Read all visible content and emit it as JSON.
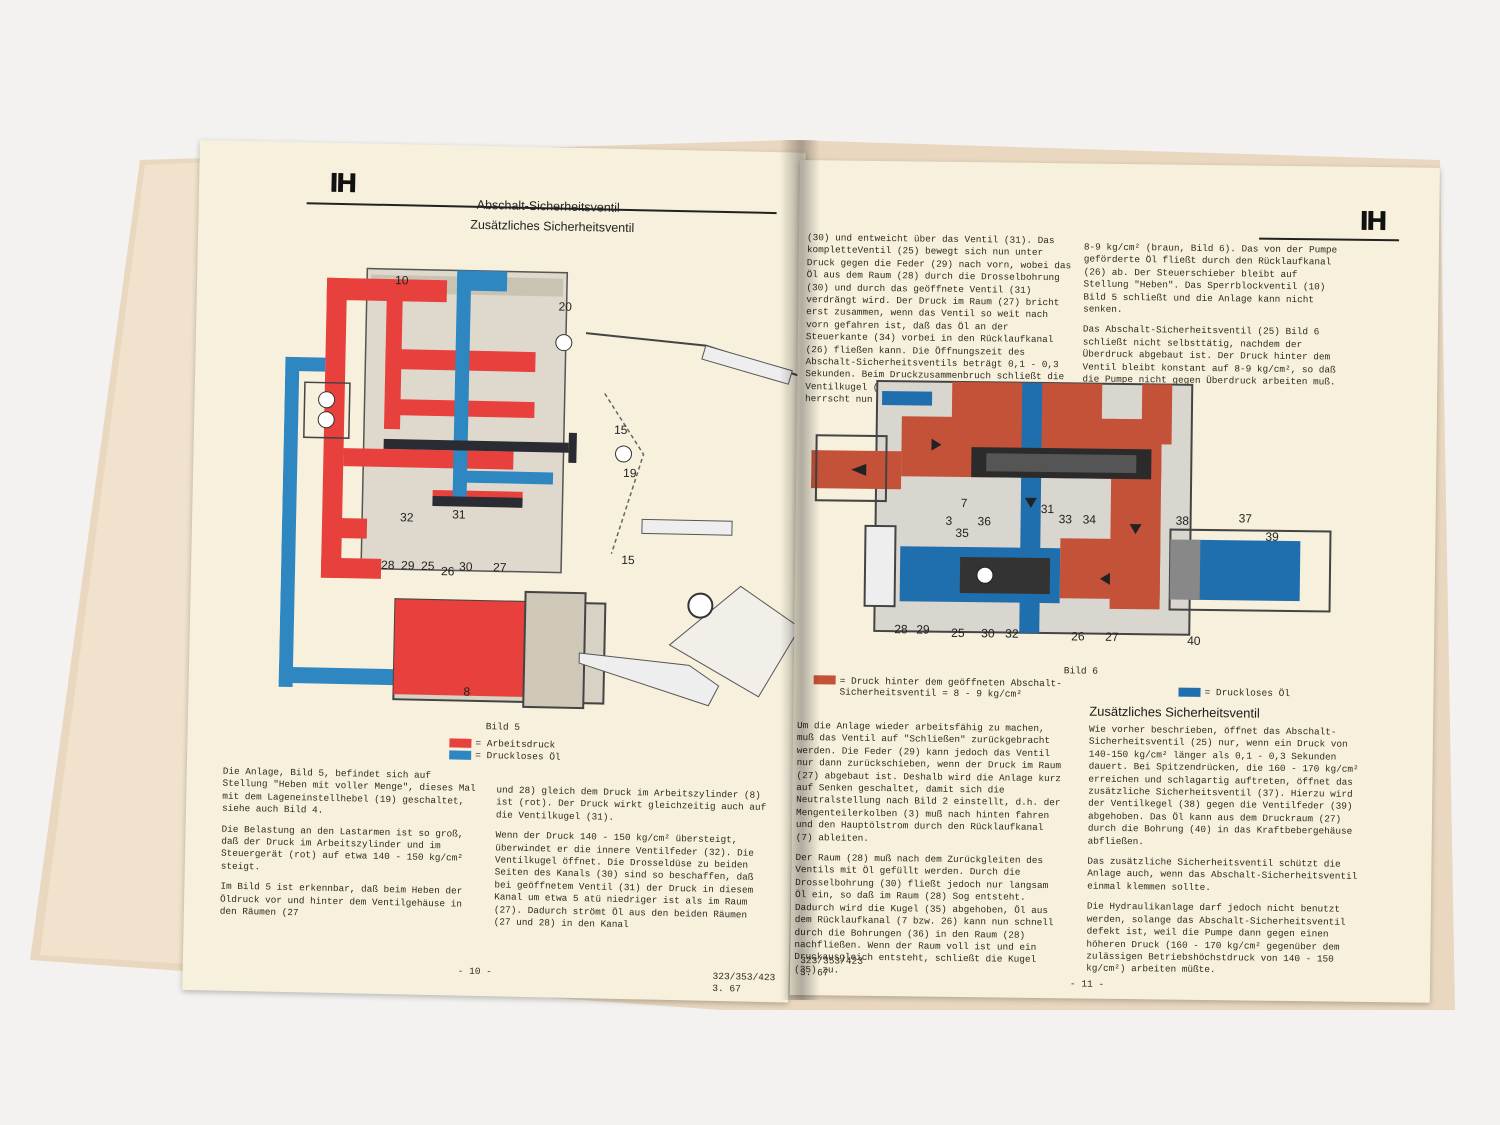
{
  "colors": {
    "pressure_red": "#e8403c",
    "drain_blue": "#2f87c2",
    "right_red": "#c45238",
    "right_blue": "#1f6fae"
  },
  "left": {
    "logo": "IH",
    "title1": "Abschalt-Sicherheitsventil",
    "title2": "Zusätzliches Sicherheitsventil",
    "figure_caption": "Bild 5",
    "legend": [
      {
        "label": "= Arbeitsdruck",
        "color": "#e8403c"
      },
      {
        "label": "= Druckloses Öl",
        "color": "#2f87c2"
      }
    ],
    "callouts": [
      "10",
      "20",
      "15",
      "19",
      "15",
      "31",
      "32",
      "28",
      "29",
      "25",
      "26",
      "30",
      "27",
      "8"
    ],
    "col1": [
      "Die Anlage, Bild 5, befindet sich auf Stellung \"Heben mit voller Menge\", dieses Mal mit dem Lageneinstellhebel (19) geschaltet, siehe auch Bild 4.",
      "Die Belastung an den Lastarmen ist so groß, daß der Druck im Arbeitszylinder und im Steuergerät (rot) auf etwa 140 - 150 kg/cm² steigt.",
      "Im Bild 5 ist erkennbar, daß beim Heben der Öldruck vor und hinter dem Ventilgehäuse in den Räumen (27"
    ],
    "col2": [
      "und 28) gleich dem Druck im Arbeitszylinder (8) ist (rot). Der Druck wirkt gleichzeitig auch auf die Ventilkugel (31).",
      "Wenn der Druck 140 - 150 kg/cm² übersteigt, überwindet er die innere Ventilfeder (32). Die Ventilkugel öffnet. Die Drosseldüse zu beiden Seiten des Kanals (30) sind so beschaffen, daß bei geöffnetem Ventil (31) der Druck in diesem Kanal um etwa 5 atü niedriger ist als im Raum (27). Dadurch strömt Öl aus den beiden Räumen (27 und 28) in den Kanal"
    ],
    "page_number": "- 10 -",
    "footer_code": "323/353/423",
    "footer_date": "3. 67"
  },
  "right": {
    "logo": "IH",
    "top_col1": "(30) und entweicht über das Ventil (31). Das kompletteVentil (25) bewegt sich nun unter Druck gegen die Feder (29) nach vorn, wobei das Öl aus dem Raum (28) durch die Drosselbohrung (30) und durch das geöffnete Ventil (31) verdrängt wird. Der Druck im Raum (27) bricht erst zusammen, wenn das Ventil so weit nach vorn gefahren ist, daß das Öl an der Steuerkante (34) vorbei in den Rücklaufkanal (26) fließen kann. Die Öffnungszeit des Abschalt-Sicherheitsventils beträgt 0,1 - 0,3 Sekunden. Beim Druckzusammenbruch schließt die Ventilkugel (31) wieder zu. Im Raum (27) herrscht nun ein Druck von",
    "top_col2a": "8-9 kg/cm² (braun, Bild 6). Das von der Pumpe geförderte Öl fließt durch den Rücklaufkanal (26) ab. Der Steuerschieber bleibt auf Stellung \"Heben\". Das Sperrblockventil (10) Bild 5 schließt und die Anlage kann nicht senken.",
    "top_col2b": "Das Abschalt-Sicherheitsventil (25) Bild 6 schließt nicht selbsttätig, nachdem der Überdruck abgebaut ist. Der Druck hinter dem Ventil bleibt konstant auf 8-9 kg/cm², so daß die Pumpe nicht gegen Überdruck arbeiten muß.",
    "callouts_top": [
      "7",
      "3",
      "35",
      "36",
      "31",
      "33",
      "34",
      "38",
      "37",
      "39"
    ],
    "callouts_bottom": [
      "28",
      "29",
      "25",
      "30",
      "32",
      "26",
      "27",
      "40"
    ],
    "figure_caption": "Bild 6",
    "legend_red": "= Druck hinter dem geöffneten Abschalt-Sicherheitsventil = 8 - 9 kg/cm²",
    "legend_blue": "= Druckloses Öl",
    "subheading": "Zusätzliches Sicherheitsventil",
    "col1": [
      "Um die Anlage wieder arbeitsfähig zu machen, muß das Ventil auf \"Schließen\" zurückgebracht werden. Die Feder (29) kann jedoch das Ventil nur dann zurückschieben, wenn der Druck im Raum (27) abgebaut ist. Deshalb wird die Anlage kurz auf Senken geschaltet, damit sich die Neutralstellung nach Bild 2 einstellt, d.h. der Mengenteilerkolben (3) muß nach hinten fahren und den Hauptölstrom durch den Rücklaufkanal (7) ableiten.",
      "Der Raum (28) muß nach dem Zurückgleiten des Ventils mit Öl gefüllt werden. Durch die Drosselbohrung (30) fließt jedoch nur langsam Öl ein, so daß im Raum (28) Sog entsteht. Dadurch wird die Kugel (35) abgehoben, Öl aus dem Rücklaufkanal (7 bzw. 26) kann nun schnell durch die Bohrungen (36) in den Raum (28) nachfließen. Wenn der Raum voll ist und ein Druckausgleich entsteht, schließt die Kugel (35) zu."
    ],
    "col2": [
      "Wie vorher beschrieben, öffnet das Abschalt-Sicherheitsventil (25) nur, wenn ein Druck von 140-150 kg/cm² länger als 0,1 - 0,3 Sekunden dauert. Bei Spitzendrücken, die 160 - 170 kg/cm² erreichen und schlagartig auftreten, öffnet das zusätzliche Sicherheitsventil (37). Hierzu wird der Ventilkegel (38) gegen die Ventilfeder (39) abgehoben. Das Öl kann aus dem Druckraum (27) durch die Bohrung (40) in das Kraftbebergehäuse abfließen.",
      "Das zusätzliche Sicherheitsventil schützt die Anlage auch, wenn das Abschalt-Sicherheitsventil einmal klemmen sollte.",
      "Die Hydraulikanlage darf jedoch nicht benutzt werden, solange das Abschalt-Sicherheitsventil defekt ist, weil die Pumpe dann gegen einen höheren Druck (160 - 170 kg/cm² gegenüber dem zulässigen Betriebshöchstdruck von 140 - 150 kg/cm²) arbeiten müßte."
    ],
    "footer_code": "323/353/423",
    "footer_date": "3. 67",
    "page_number": "- 11 -"
  }
}
